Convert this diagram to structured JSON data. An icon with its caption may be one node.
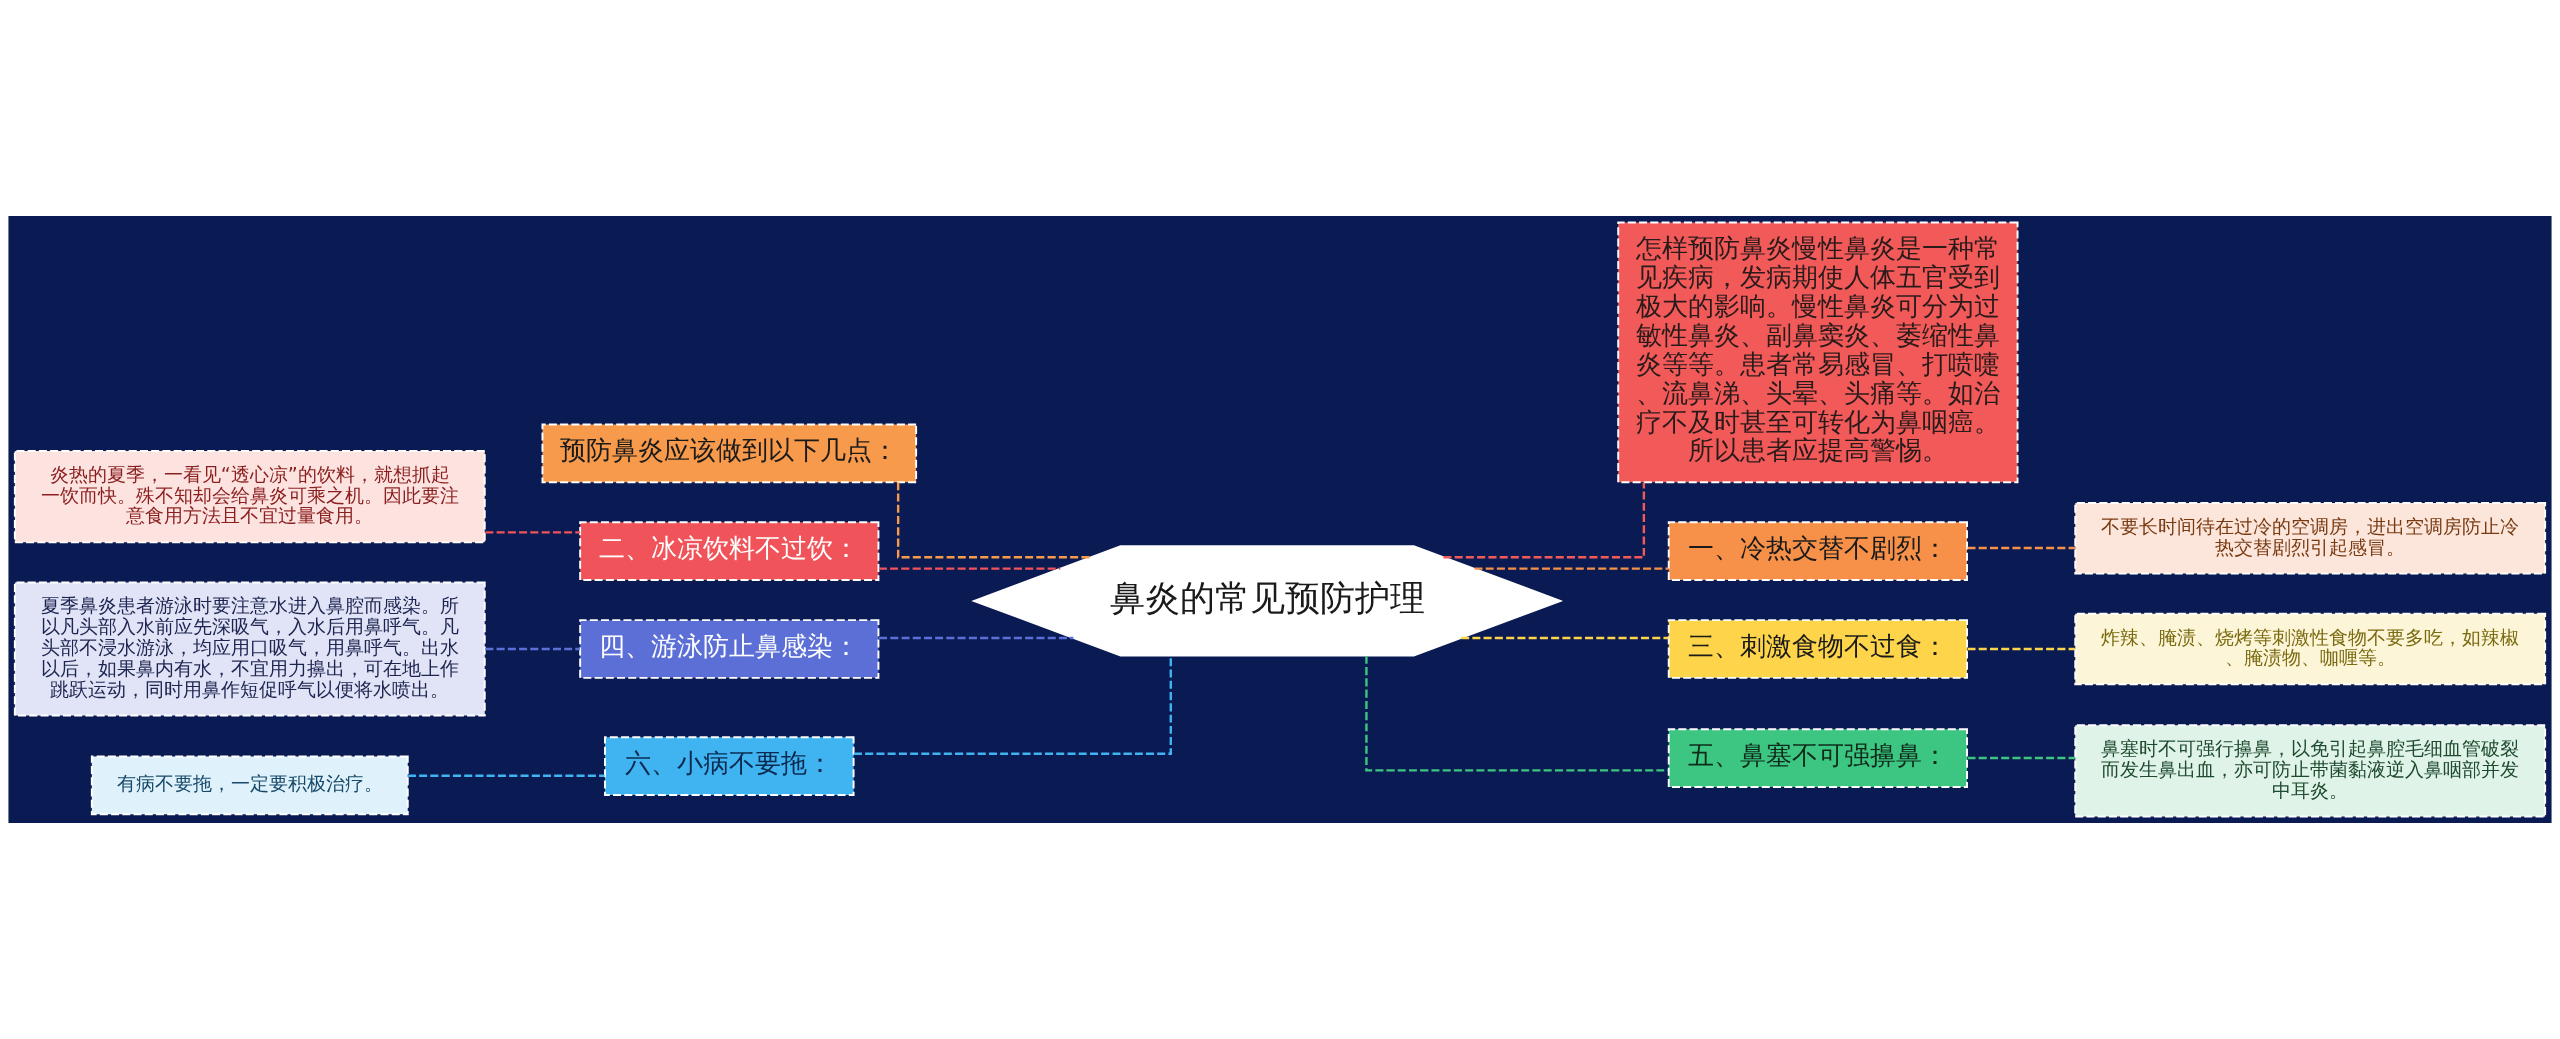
{
  "diagram": {
    "nodes": [
      {
        "text": [
          "鼻炎的常见预防护理"
        ]
      },
      {
        "text": [
          "预防鼻炎应该做到以下几点："
        ]
      },
      {
        "text": [
          "二、冰凉饮料不过饮："
        ]
      },
      {
        "text": [
          "炎热的夏季，一看见“透心凉”的饮料，就想抓起一饮而快。殊不知却会给鼻炎可乘之机。因此要注意食用方法且不宜过量食用。"
        ]
      },
      {
        "text": [
          "四、游泳防止鼻感染："
        ]
      },
      {
        "text": [
          "夏季鼻炎患者游泳时要注意水进入鼻腔而感染。所以凡头部入水前应先深吸气，入水后用鼻呼气。凡头部不浸水游泳，均应用口吸气，用鼻呼气。出水以后，如果鼻内有水，不宜用力擤出，可在地上作跳跃运动，同时用鼻作短促呼气以便将水喷出。"
        ]
      },
      {
        "text": [
          "六、小病不要拖："
        ]
      },
      {
        "text": [
          "有病不要拖，一定要积极治疗。"
        ]
      },
      {
        "text": [
          "怎样预防鼻炎慢性鼻炎是一种常见疾病，发病期使人体五官受到极大的影响。慢性鼻炎可分为过敏性鼻炎、副鼻窦炎、萎缩性鼻炎等等。患者常易感冒、打喷嚏、流鼻涕、头晕、头痛等。如治疗不及时甚至可转化为鼻咽癌。所以患者应提高警惕。"
        ]
      },
      {
        "text": [
          "一、冷热交替不剧烈："
        ]
      },
      {
        "text": [
          "不要长时间待在过冷的空调房，进出空调房防止冷热交替剧烈引起感冒。"
        ]
      },
      {
        "text": [
          "三、刺激食物不过食："
        ]
      },
      {
        "text": [
          "炸辣、腌渍、烧烤等刺激性食物不要多吃，如辣椒、腌渍物、咖喱等。"
        ]
      },
      {
        "text": [
          "五、鼻塞不可强擤鼻："
        ]
      },
      {
        "text": [
          "鼻塞时不可强行擤鼻，以免引起鼻腔毛细血管破裂而发生鼻出血，亦可防止带菌黏液逆入鼻咽部并发中耳炎。"
        ]
      }
    ],
    "edges": [
      {
        "from": 1,
        "to": 0,
        "arrow": "none",
        "style": "dashed",
        "color": "#f79a4c"
      },
      {
        "from": 2,
        "to": 0,
        "arrow": "none",
        "style": "dashed",
        "color": "#f0545a"
      },
      {
        "from": 3,
        "to": 2,
        "arrow": "none",
        "style": "dashed",
        "color": "#f0545a"
      },
      {
        "from": 4,
        "to": 0,
        "arrow": "none",
        "style": "dashed",
        "color": "#5b6fd6"
      },
      {
        "from": 5,
        "to": 4,
        "arrow": "none",
        "style": "dashed",
        "color": "#5b6fd6"
      },
      {
        "from": 6,
        "to": 0,
        "arrow": "none",
        "style": "dashed",
        "color": "#3fb4f0"
      },
      {
        "from": 7,
        "to": 6,
        "arrow": "none",
        "style": "dashed",
        "color": "#3fb4f0"
      },
      {
        "from": 0,
        "to": 8,
        "arrow": "none",
        "style": "dashed",
        "color": "#f25a5a"
      },
      {
        "from": 0,
        "to": 9,
        "arrow": "none",
        "style": "dashed",
        "color": "#f7914a"
      },
      {
        "from": 9,
        "to": 10,
        "arrow": "none",
        "style": "dashed",
        "color": "#f7914a"
      },
      {
        "from": 0,
        "to": 11,
        "arrow": "none",
        "style": "dashed",
        "color": "#fdd44a"
      },
      {
        "from": 11,
        "to": 12,
        "arrow": "none",
        "style": "dashed",
        "color": "#fdd44a"
      },
      {
        "from": 0,
        "to": 13,
        "arrow": "none",
        "style": "dashed",
        "color": "#3dc682"
      },
      {
        "from": 13,
        "to": 14,
        "arrow": "none",
        "style": "dashed",
        "color": "#3dc682"
      }
    ]
  }
}
